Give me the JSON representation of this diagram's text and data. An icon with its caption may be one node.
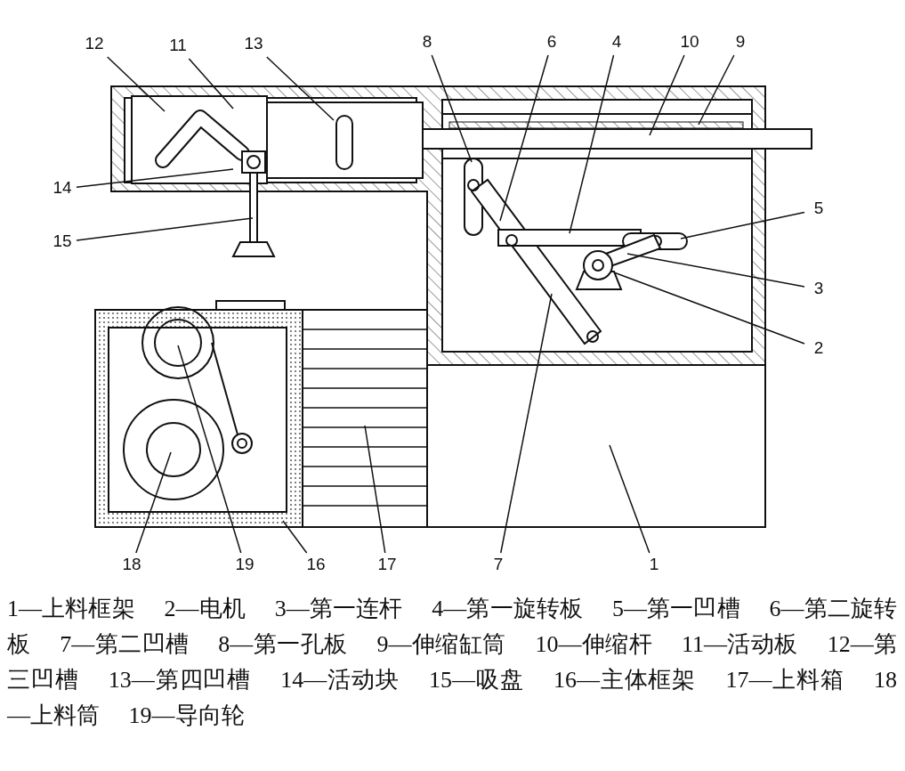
{
  "diagram": {
    "nodes": [
      {
        "text": [
          "12"
        ]
      },
      {
        "text": [
          "11"
        ]
      },
      {
        "text": [
          "13"
        ]
      },
      {
        "text": [
          "8"
        ]
      },
      {
        "text": [
          "6"
        ]
      },
      {
        "text": [
          "4"
        ]
      },
      {
        "text": [
          "10"
        ]
      },
      {
        "text": [
          "9"
        ]
      },
      {
        "text": [
          "5"
        ]
      },
      {
        "text": [
          "3"
        ]
      },
      {
        "text": [
          "2"
        ]
      },
      {
        "text": [
          "14"
        ]
      },
      {
        "text": [
          "15"
        ]
      },
      {
        "text": [
          "18"
        ]
      },
      {
        "text": [
          "19"
        ]
      },
      {
        "text": [
          "16"
        ]
      },
      {
        "text": [
          "17"
        ]
      },
      {
        "text": [
          "7"
        ]
      },
      {
        "text": [
          "1"
        ]
      }
    ],
    "edges": [
      {
        "from": 0,
        "to": null,
        "arrow": "none"
      },
      {
        "from": 1,
        "to": null,
        "arrow": "none"
      },
      {
        "from": 2,
        "to": null,
        "arrow": "none"
      },
      {
        "from": 3,
        "to": null,
        "arrow": "none"
      },
      {
        "from": 4,
        "to": null,
        "arrow": "none"
      },
      {
        "from": 5,
        "to": null,
        "arrow": "none"
      },
      {
        "from": 6,
        "to": null,
        "arrow": "none"
      },
      {
        "from": 7,
        "to": null,
        "arrow": "none"
      },
      {
        "from": 8,
        "to": null,
        "arrow": "none"
      },
      {
        "from": 9,
        "to": null,
        "arrow": "none"
      },
      {
        "from": 10,
        "to": null,
        "arrow": "none"
      },
      {
        "from": 11,
        "to": null,
        "arrow": "none"
      },
      {
        "from": 12,
        "to": null,
        "arrow": "none"
      },
      {
        "from": 13,
        "to": null,
        "arrow": "none"
      },
      {
        "from": 14,
        "to": null,
        "arrow": "none"
      },
      {
        "from": 15,
        "to": null,
        "arrow": "none"
      },
      {
        "from": 16,
        "to": null,
        "arrow": "none"
      },
      {
        "from": 17,
        "to": null,
        "arrow": "none"
      },
      {
        "from": 18,
        "to": null,
        "arrow": "none"
      }
    ],
    "labels": [
      "1—上料框架",
      "2—电机",
      "3—第一连杆",
      "4—第一旋转板",
      "5—第一凹槽",
      "6—第二旋转板",
      "7—第二凹槽",
      "8—第一孔板",
      "9—伸缩缸筒",
      "10—伸缩杆",
      "11—活动板",
      "12—第三凹槽",
      "13—第四凹槽",
      "14—活动块",
      "15—吸盘",
      "16—主体框架",
      "17—上料箱",
      "18—上料筒",
      "19—导向轮"
    ]
  }
}
